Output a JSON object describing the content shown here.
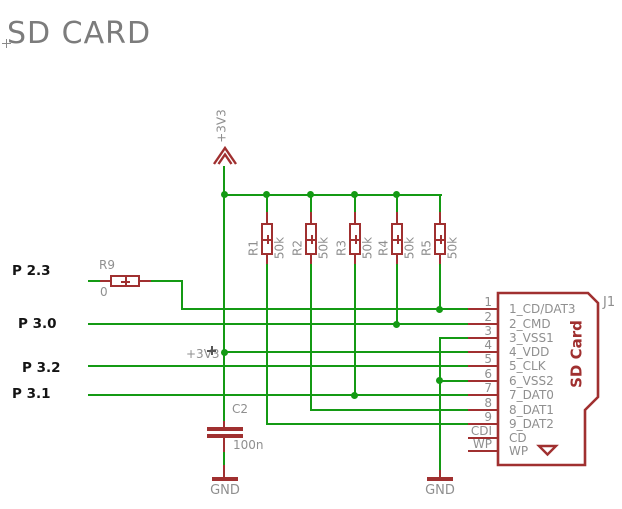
{
  "title": "SD CARD",
  "supply": {
    "label": "+3V3"
  },
  "net_label_3v3": "+3V3",
  "ports": [
    {
      "label": "P 2.3"
    },
    {
      "label": "P 3.0"
    },
    {
      "label": "P 3.2"
    },
    {
      "label": "P 3.1"
    }
  ],
  "resistors": [
    {
      "name": "R1",
      "value": "50k"
    },
    {
      "name": "R2",
      "value": "50k"
    },
    {
      "name": "R3",
      "value": "50k"
    },
    {
      "name": "R4",
      "value": "50k"
    },
    {
      "name": "R5",
      "value": "50k"
    },
    {
      "name": "R9",
      "value": "0"
    }
  ],
  "capacitor": {
    "name": "C2",
    "value": "100n"
  },
  "grounds": [
    {
      "label": "GND"
    },
    {
      "label": "GND"
    }
  ],
  "connector": {
    "designator": "J1",
    "label": "SD Card",
    "pins": [
      {
        "num": "1",
        "name": "1_CD/DAT3"
      },
      {
        "num": "2",
        "name": "2_CMD"
      },
      {
        "num": "3",
        "name": "3_VSS1"
      },
      {
        "num": "4",
        "name": "4_VDD"
      },
      {
        "num": "5",
        "name": "5_CLK"
      },
      {
        "num": "6",
        "name": "6_VSS2"
      },
      {
        "num": "7",
        "name": "7_DAT0"
      },
      {
        "num": "8",
        "name": "8_DAT1"
      },
      {
        "num": "9",
        "name": "9_DAT2"
      },
      {
        "num": "CDI",
        "name": "CD"
      },
      {
        "num": "WP",
        "name": "WP"
      }
    ]
  },
  "colors": {
    "wire_green": "#149A14",
    "component_red": "#A03030",
    "annotation_gray": "#8F8F8F",
    "port_label_black": "#141414",
    "title_gray": "#7C7C7C"
  }
}
